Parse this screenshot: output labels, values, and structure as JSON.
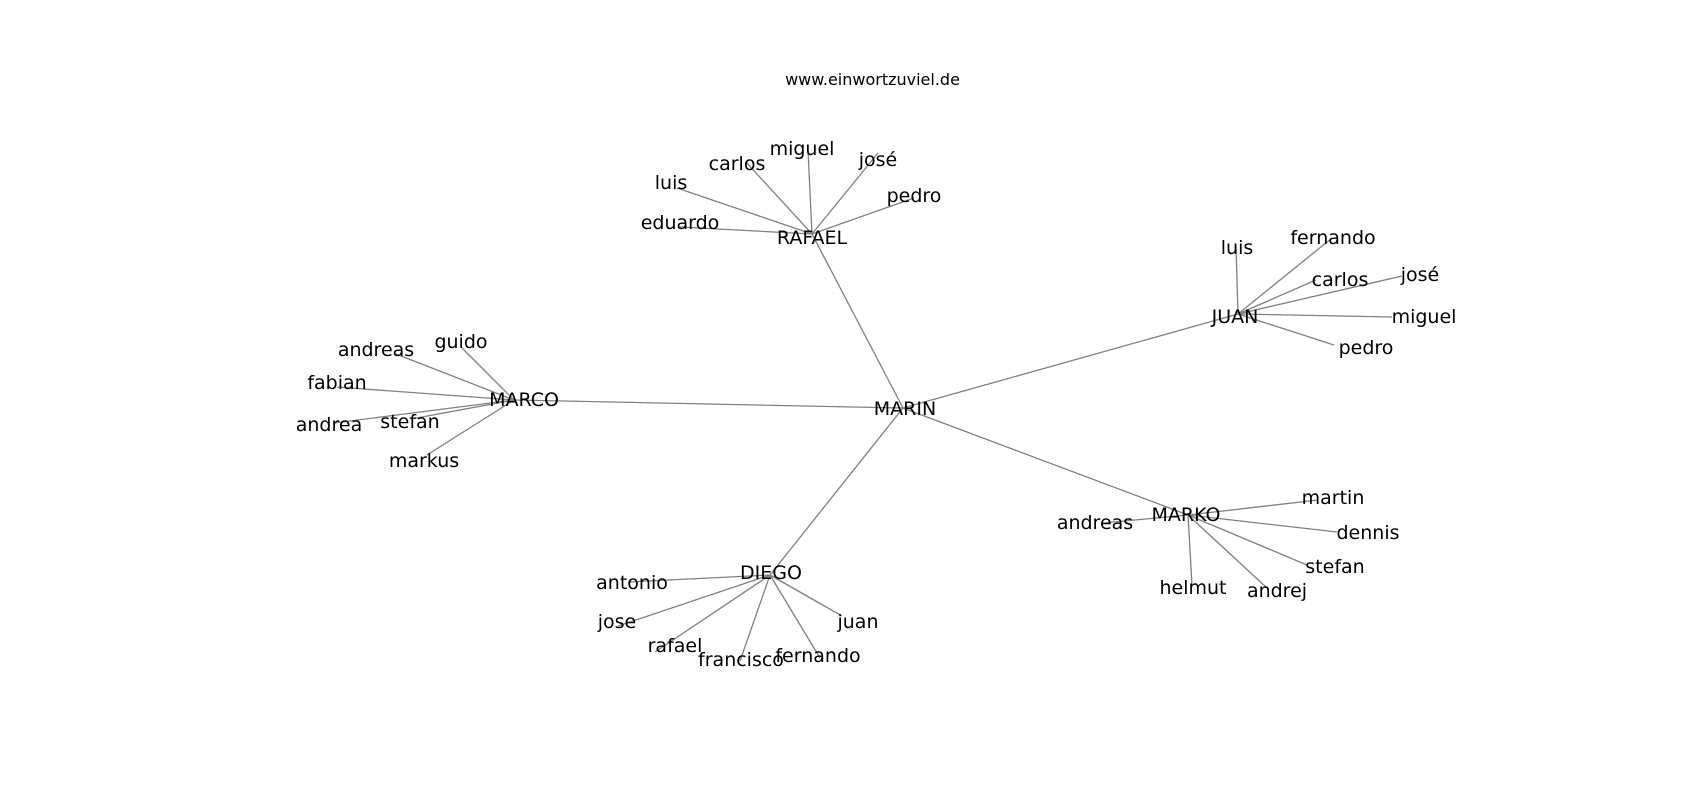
{
  "caption": "www.einwortzuviel.de",
  "colors": {
    "edge": "#808080",
    "text": "#000000",
    "background": "#ffffff"
  },
  "graph": {
    "root": "MARIN",
    "clusters": [
      {
        "hub": "RAFAEL",
        "leaves": [
          "eduardo",
          "luis",
          "carlos",
          "miguel",
          "josé",
          "pedro"
        ]
      },
      {
        "hub": "JUAN",
        "leaves": [
          "luis",
          "fernando",
          "carlos",
          "josé",
          "miguel",
          "pedro"
        ]
      },
      {
        "hub": "MARCO",
        "leaves": [
          "andreas",
          "guido",
          "fabian",
          "andrea",
          "stefan",
          "markus"
        ]
      },
      {
        "hub": "MARKO",
        "leaves": [
          "andreas",
          "martin",
          "dennis",
          "stefan",
          "andrej",
          "helmut"
        ]
      },
      {
        "hub": "DIEGO",
        "leaves": [
          "antonio",
          "jose",
          "rafael",
          "francisco",
          "fernando",
          "juan"
        ]
      }
    ]
  }
}
